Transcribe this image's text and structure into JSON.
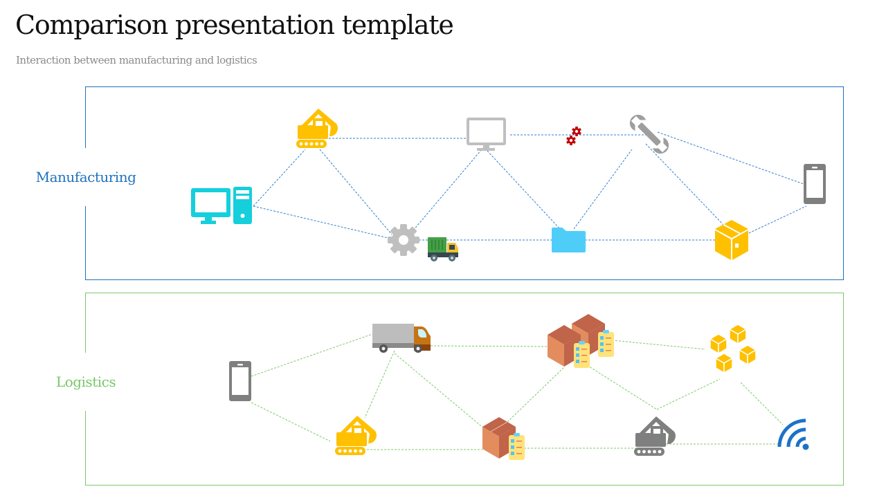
{
  "slide": {
    "title": "Comparison presentation template",
    "subtitle": "Interaction between manufacturing and logistics"
  },
  "panels": [
    {
      "id": "manufacturing",
      "label": "Manufacturing",
      "accent_color": "#1f72bf",
      "connector_color": "#2f7fcf",
      "nodes": [
        {
          "id": "desktop-computer",
          "icon": "desktop-computer-icon",
          "color": "#16cfdc"
        },
        {
          "id": "excavator",
          "icon": "excavator-icon",
          "color": "#ffc000"
        },
        {
          "id": "gear",
          "icon": "gear-icon",
          "color": "#bfbfbf"
        },
        {
          "id": "container-truck",
          "icon": "container-truck-icon",
          "color": "#43a047"
        },
        {
          "id": "monitor",
          "icon": "monitor-icon",
          "color": "#bfbfbf"
        },
        {
          "id": "red-gears",
          "icon": "gears-icon",
          "color": "#c00000"
        },
        {
          "id": "folder",
          "icon": "folder-icon",
          "color": "#4fcdf9"
        },
        {
          "id": "wrench",
          "icon": "wrench-icon",
          "color": "#9e9e9e"
        },
        {
          "id": "package-box",
          "icon": "package-box-icon",
          "color": "#ffc000"
        },
        {
          "id": "smartphone",
          "icon": "smartphone-icon",
          "color": "#7f7f7f"
        }
      ],
      "links": [
        [
          "desktop-computer",
          "excavator"
        ],
        [
          "desktop-computer",
          "gear"
        ],
        [
          "excavator",
          "gear"
        ],
        [
          "excavator",
          "monitor"
        ],
        [
          "gear",
          "monitor"
        ],
        [
          "gear",
          "folder"
        ],
        [
          "monitor",
          "folder"
        ],
        [
          "monitor",
          "wrench"
        ],
        [
          "folder",
          "wrench"
        ],
        [
          "folder",
          "package-box"
        ],
        [
          "wrench",
          "package-box"
        ],
        [
          "wrench",
          "smartphone"
        ],
        [
          "package-box",
          "smartphone"
        ]
      ]
    },
    {
      "id": "logistics",
      "label": "Logistics",
      "accent_color": "#78c66a",
      "connector_color": "#7cc86a",
      "nodes": [
        {
          "id": "smartphone",
          "icon": "smartphone-icon",
          "color": "#7f7f7f"
        },
        {
          "id": "delivery-truck",
          "icon": "delivery-truck-icon",
          "color": "#bdbdbd"
        },
        {
          "id": "excavator",
          "icon": "excavator-icon",
          "color": "#ffc000"
        },
        {
          "id": "box-checklist",
          "icon": "box-checklist-icon",
          "color": "#e38d5f"
        },
        {
          "id": "boxes-checklist",
          "icon": "boxes-checklist-icon",
          "color": "#e38d5f"
        },
        {
          "id": "stacked-boxes",
          "icon": "stacked-boxes-icon",
          "color": "#ffc000"
        },
        {
          "id": "gray-excavator",
          "icon": "excavator-icon",
          "color": "#7f7f7f"
        },
        {
          "id": "wifi-signal",
          "icon": "wifi-signal-icon",
          "color": "#1a73c8"
        }
      ],
      "links": [
        [
          "smartphone",
          "delivery-truck"
        ],
        [
          "smartphone",
          "excavator"
        ],
        [
          "delivery-truck",
          "excavator"
        ],
        [
          "delivery-truck",
          "box-checklist"
        ],
        [
          "delivery-truck",
          "boxes-checklist"
        ],
        [
          "excavator",
          "box-checklist"
        ],
        [
          "box-checklist",
          "boxes-checklist"
        ],
        [
          "box-checklist",
          "gray-excavator"
        ],
        [
          "boxes-checklist",
          "stacked-boxes"
        ],
        [
          "boxes-checklist",
          "junction"
        ],
        [
          "junction",
          "stacked-boxes"
        ],
        [
          "stacked-boxes",
          "wifi-signal"
        ],
        [
          "gray-excavator",
          "wifi-signal"
        ]
      ]
    }
  ]
}
